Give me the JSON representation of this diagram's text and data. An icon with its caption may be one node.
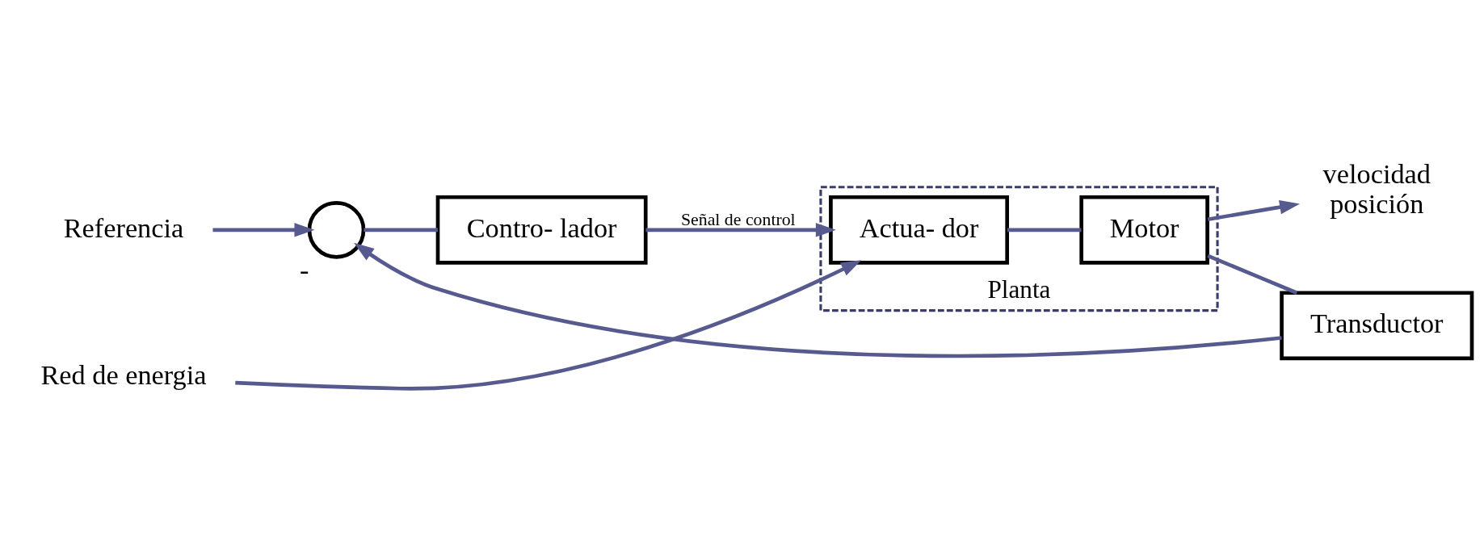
{
  "diagram": {
    "nodes": [
      {
        "text": [
          "Referencia"
        ]
      },
      {
        "text": [],
        "shape": "circle",
        "beside": [
          "-"
        ]
      },
      {
        "text": [
          "Contro- lador"
        ]
      },
      {
        "text": [
          "Planta"
        ]
      },
      {
        "text": [
          "Actua- dor"
        ],
        "in": 3
      },
      {
        "text": [
          "Motor"
        ],
        "in": 3
      },
      {
        "text": [
          "Red de energia"
        ]
      },
      {
        "text": [
          "velocidad",
          "posición"
        ]
      },
      {
        "text": [
          "Transductor"
        ]
      }
    ],
    "edges": [
      {
        "from": 0,
        "to": 1,
        "arrow": "to"
      },
      {
        "from": 1,
        "to": 2,
        "arrow": "none"
      },
      {
        "from": 2,
        "to": 4,
        "arrow": "to",
        "label": "Señal de control"
      },
      {
        "from": 6,
        "to": 4,
        "arrow": "to"
      },
      {
        "from": 4,
        "to": 5,
        "arrow": "none"
      },
      {
        "from": 5,
        "to": 7,
        "arrow": "to"
      },
      {
        "from": 5,
        "to": 8,
        "arrow": "none"
      },
      {
        "from": 8,
        "to": 1,
        "arrow": "to"
      }
    ]
  }
}
